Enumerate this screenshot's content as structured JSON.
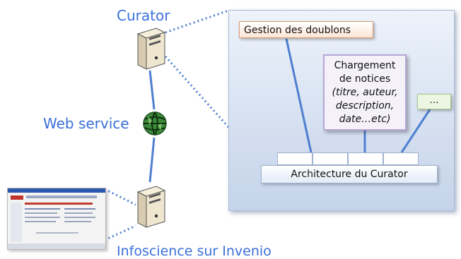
{
  "labels": {
    "curator": "Curator",
    "web_service": "Web service",
    "infoscience": "Infoscience sur Invenio"
  },
  "modules": {
    "doublons": "Gestion des doublons",
    "chargement_line1": "Chargement",
    "chargement_line2": "de notices",
    "chargement_line3": "(titre, auteur,",
    "chargement_line4": "description,",
    "chargement_line5": "date…etc)",
    "other": "…",
    "architecture": "Architecture du Curator"
  },
  "colors": {
    "label_blue": "#3a6fd8",
    "connector_blue": "#4f7fd0",
    "panel_top": "#eef3fb",
    "panel_bottom": "#c5d4ea"
  },
  "icons": [
    "server-icon",
    "globe-icon",
    "screenshot-thumbnail"
  ]
}
